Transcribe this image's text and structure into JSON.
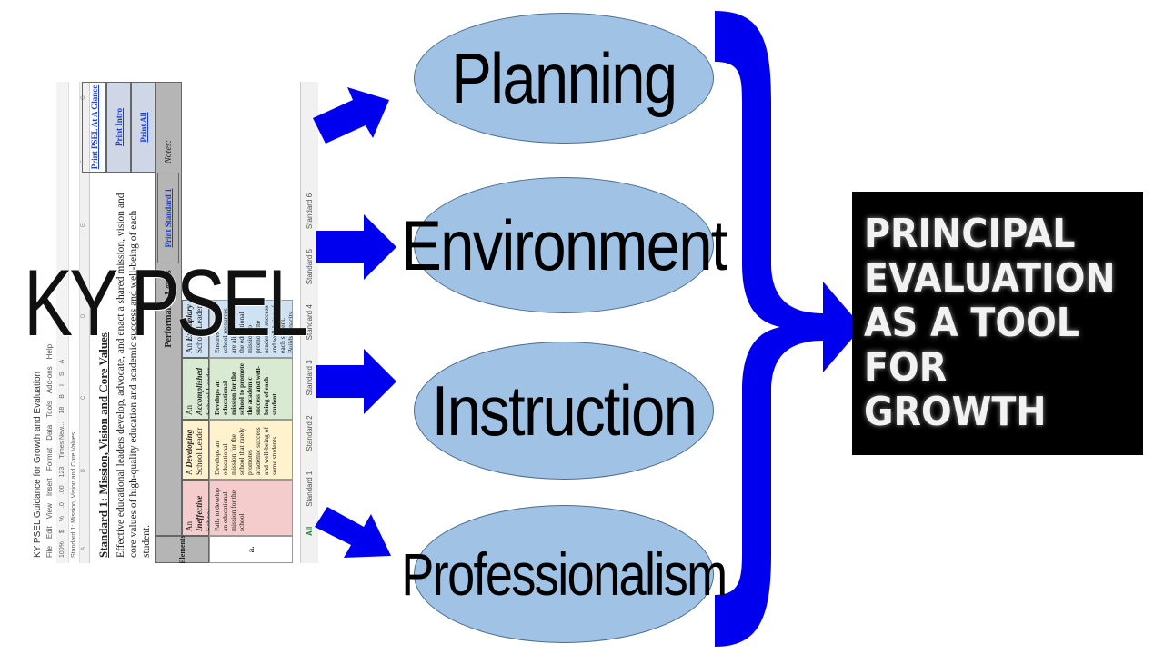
{
  "spreadsheet": {
    "doc_title": "KY PSEL Guidance for Growth and Evaluation",
    "menu": [
      "File",
      "Edit",
      "View",
      "Insert",
      "Format",
      "Data",
      "Tools",
      "Add-ons",
      "Help"
    ],
    "toolbar": [
      "100%",
      "$",
      "%",
      ".0",
      ".00",
      "123",
      "Times New...",
      "18",
      "B",
      "I",
      "S",
      "A"
    ],
    "formula_bar": "Standard 1: Mission, Vision and Core Values",
    "columns": [
      "A",
      "B",
      "C",
      "D",
      "E",
      "F",
      "G"
    ],
    "standard_title": "Standard 1: Mission, Vision and Core Values",
    "description": "Effective educational leaders develop, advocate, and enact a shared mission, vision and core values of high-quality education and academic success and well-being of each student.",
    "print_buttons": [
      "Print PSEL At A Glance",
      "Print Intro",
      "Print All",
      "Print Standard 1"
    ],
    "performance_levels_header": "Performance Levels",
    "notes_label": "Notes:",
    "elements_label": "Elements",
    "row_label": "a.",
    "levels": [
      {
        "article": "An",
        "name": "Ineffective",
        "sub": "School Leader ...",
        "color": "#f4cccc",
        "text": "Fails to develop an educational mission for the school"
      },
      {
        "article": "A",
        "name": "Developing",
        "sub": "School Leader ...",
        "color": "#fff2cc",
        "text": "Develops an educational mission for the school that rarely promotes academic success and well-being of some students."
      },
      {
        "article": "An",
        "name": "Accomplished",
        "sub": "School Leader ...",
        "color": "#d9ead3",
        "text": "Develops an educational mission for the school to promote the academic success and well-being of each student."
      },
      {
        "article": "An",
        "name": "Exemplary",
        "sub": "School Leader ...",
        "color": "#cfe2f3",
        "text": "Ensures all school resources are aligned with the educational mission to promote the academic success and well-being of each student. Builds capacity of members"
      }
    ],
    "tabs": [
      "All",
      "Standard 1",
      "Standard 2",
      "Standard 3",
      "Standard 4",
      "Standard 5",
      "Standard 6"
    ]
  },
  "overlay_title": "KY PSEL",
  "domains": [
    "Planning",
    "Environment",
    "Instruction",
    "Professionalism"
  ],
  "result_box": {
    "lines": [
      "PRINCIPAL",
      "EVALUATION",
      "AS A TOOL",
      "FOR",
      "GROWTH"
    ]
  },
  "colors": {
    "oval_fill": "#9fc2e5",
    "arrow": "#0000ee",
    "result_bg": "#000000",
    "result_text": "#f2f2f2"
  }
}
